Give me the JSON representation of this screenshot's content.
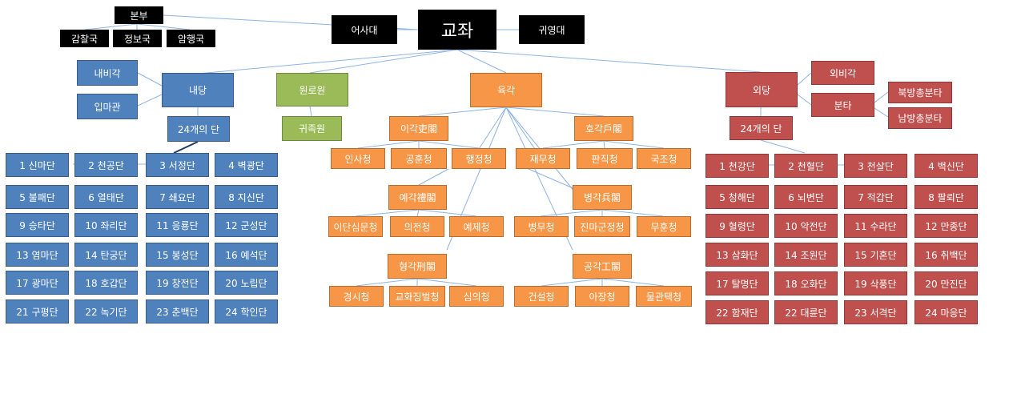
{
  "colors": {
    "blue": "#4f81bd",
    "green": "#9bbb59",
    "orange": "#f79646",
    "red": "#c0504d",
    "black": "#000000",
    "line": "#8eb4e3"
  },
  "top": {
    "gyoja": "교좌",
    "eosadae": "어사대",
    "gwiyeongdae": "귀영대",
    "bonbu": "본부",
    "gamchal": "감찰국",
    "jeongbo": "정보국",
    "amhaeng": "암행국"
  },
  "naedang": {
    "title": "내당",
    "naebigak": "내비각",
    "ipmagwan": "입마관",
    "units_title": "24개의 단",
    "units": [
      "1 신마단",
      "2 천공단",
      "3 서정단",
      "4 벽광단",
      "5 불패단",
      "6 열태단",
      "7 쇄요단",
      "8 지신단",
      "9 승타단",
      "10 좌리단",
      "11 응룡단",
      "12 군성단",
      "13 염마단",
      "14 탄궁단",
      "15 봉성단",
      "16 예석단",
      "17 광마단",
      "18 호갑단",
      "19 창전단",
      "20 노립단",
      "21 구평단",
      "22 녹기단",
      "23 춘백단",
      "24 학인단"
    ]
  },
  "wonrowon": {
    "title": "원로원",
    "gwijokwon": "귀족원"
  },
  "yukgak": {
    "title": "육각",
    "igak": "이각吏閣",
    "hogak": "호각戶閣",
    "insa": "인사청",
    "gonghun": "공훈청",
    "haengjeong": "행정청",
    "jaemu": "재무청",
    "panjik": "판직청",
    "gukjo": "국조청",
    "yegak": "예각禮閣",
    "byeonggak": "병각兵閣",
    "idan": "이단심문청",
    "uijeon": "의전청",
    "yeje": "예제청",
    "byeongmu": "병무청",
    "jinma": "진마군정청",
    "muhun": "무훈청",
    "hyeonggak": "형각刑閣",
    "gonggak": "공각工閣",
    "gyeongsi": "경시청",
    "gyohwa": "교화징벌청",
    "simui": "심의청",
    "geonseol": "건설청",
    "ajang": "아장청",
    "mulgwan": "물관택청"
  },
  "oedang": {
    "title": "외당",
    "oebigak": "외비각",
    "bunta": "분타",
    "bukbang": "북방총분타",
    "nambang": "남방총분타",
    "units_title": "24개의 단",
    "units": [
      "1 천강단",
      "2 천혈단",
      "3 천살단",
      "4 백신단",
      "5 청해단",
      "6 뇌변단",
      "7 적갑단",
      "8 팔뢰단",
      "9 혈령단",
      "10 악전단",
      "11 수라단",
      "12 만종단",
      "13 삼화단",
      "14 조원단",
      "15 기혼단",
      "16 취백단",
      "17 탈명단",
      "18 오화단",
      "19 삭풍단",
      "20 만진단",
      "22 함재단",
      "22 대륜단",
      "23 서격단",
      "24 마응단"
    ]
  }
}
